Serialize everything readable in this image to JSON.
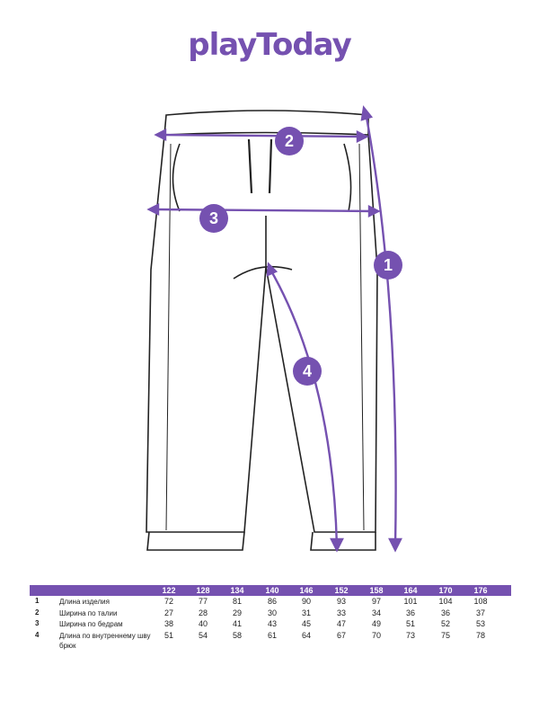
{
  "brand": {
    "logo_text": "playToday",
    "color": "#7551b0"
  },
  "markers": [
    "1",
    "2",
    "3",
    "4"
  ],
  "table": {
    "sizes": [
      "122",
      "128",
      "134",
      "140",
      "146",
      "152",
      "158",
      "164",
      "170",
      "176"
    ],
    "rows": [
      {
        "num": "1",
        "label": "Длина изделия",
        "values": [
          "72",
          "77",
          "81",
          "86",
          "90",
          "93",
          "97",
          "101",
          "104",
          "108"
        ]
      },
      {
        "num": "2",
        "label": "Ширина по талии",
        "values": [
          "27",
          "28",
          "29",
          "30",
          "31",
          "33",
          "34",
          "36",
          "36",
          "37"
        ]
      },
      {
        "num": "3",
        "label": "Ширина по бедрам",
        "values": [
          "38",
          "40",
          "41",
          "43",
          "45",
          "47",
          "49",
          "51",
          "52",
          "53"
        ]
      },
      {
        "num": "4",
        "label": "Длина по внутреннему шву брюк",
        "values": [
          "51",
          "54",
          "58",
          "61",
          "64",
          "67",
          "70",
          "73",
          "75",
          "78"
        ]
      }
    ]
  }
}
